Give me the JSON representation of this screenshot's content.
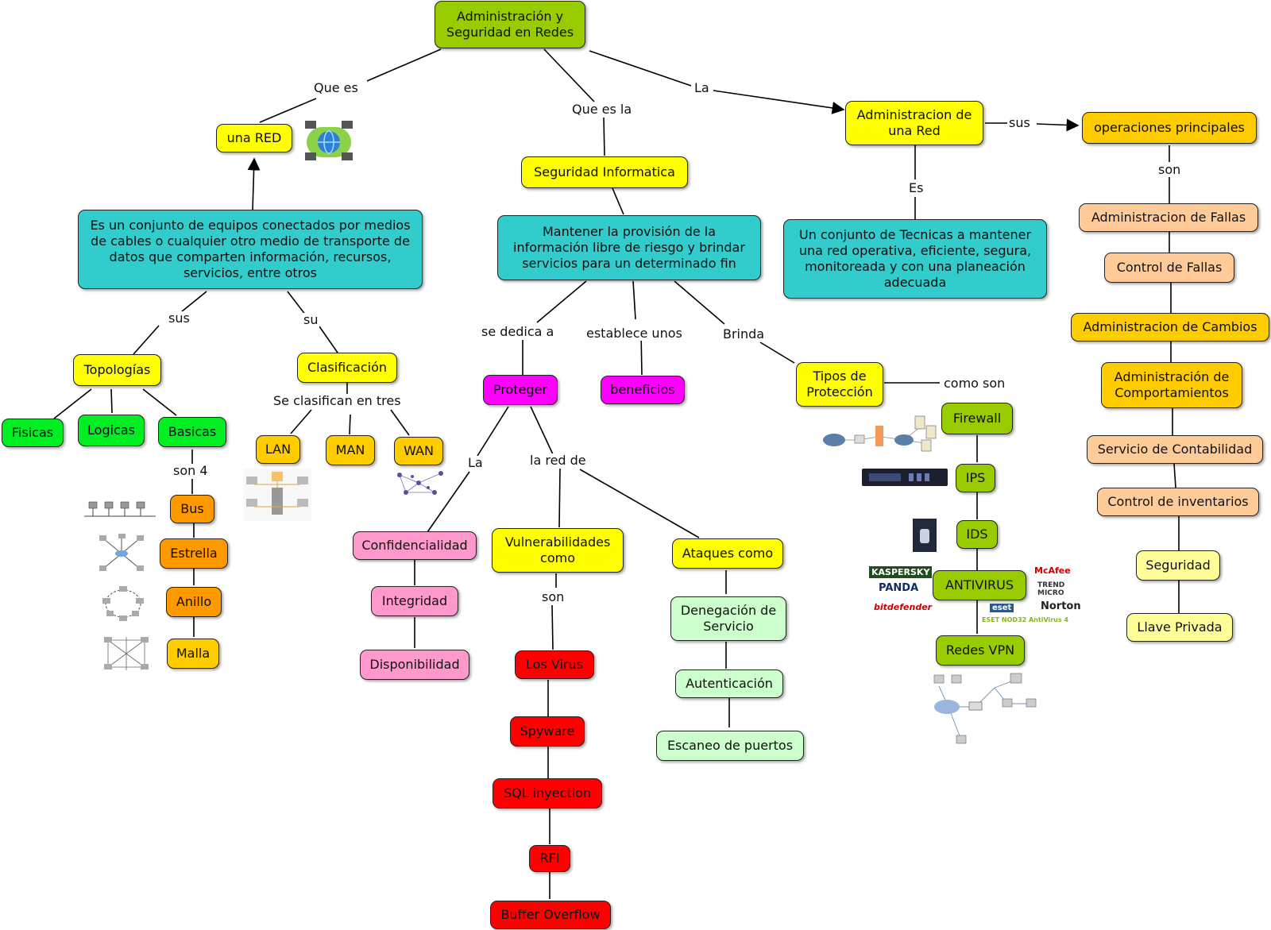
{
  "nodes": {
    "root": "Administración y Seguridad en Redes",
    "una_red": "una RED",
    "red_def": "Es un conjunto de equipos conectados por medios de cables o cualquier otro medio de transporte de datos que comparten información, recursos, servicios, entre otros",
    "topologias": "Topologías",
    "fisicas": "Fisicas",
    "logicas": "Logicas",
    "basicas": "Basicas",
    "bus": "Bus",
    "estrella": "Estrella",
    "anillo": "Anillo",
    "malla": "Malla",
    "clasificacion": "Clasificación",
    "lan": "LAN",
    "man": "MAN",
    "wan": "WAN",
    "seguridad": "Seguridad Informatica",
    "seg_def": "Mantener la provisión de la información libre de riesgo y brindar servicios para un determinado fin",
    "proteger": "Proteger",
    "beneficios": "beneficios",
    "confidencialidad": "Confidencialidad",
    "integridad": "Integridad",
    "disponibilidad": "Disponibilidad",
    "vulnerabilidades": "Vulnerabilidades como",
    "virus": "Los Virus",
    "spyware": "Spyware",
    "sql": "SQL inyection",
    "rfi": "RFI",
    "buffer": "Buffer Overflow",
    "ataques": "Ataques como",
    "denegacion": "Denegación de Servicio",
    "autenticacion": "Autenticación",
    "escaneo": "Escaneo de puertos",
    "tipos": "Tipos de Protección",
    "firewall": "Firewall",
    "ips": "IPS",
    "ids": "IDS",
    "antivirus": "ANTIVIRUS",
    "vpn": "Redes VPN",
    "admin_red": "Administracion de una Red",
    "admin_def": "Un conjunto de Tecnicas a mantener una red operativa, eficiente, segura, monitoreada y con una planeación adecuada",
    "operaciones": "operaciones principales",
    "fallas": "Administracion de Fallas",
    "control_fallas": "Control de Fallas",
    "cambios": "Administracion de Cambios",
    "comportamientos": "Administración de Comportamientos",
    "contabilidad": "Servicio de Contabilidad",
    "inventarios": "Control de inventarios",
    "seguridad_op": "Seguridad",
    "llave": "Llave Privada"
  },
  "labels": {
    "que_es": "Que es",
    "que_es_la": "Que es la",
    "la_top": "La",
    "sus_red": "sus",
    "su_red": "su",
    "son4": "son 4",
    "se_clasifican": "Se clasifican en tres",
    "se_dedica": "se dedica a",
    "establece": "establece unos",
    "brinda": "Brinda",
    "la_prot": "La",
    "la_red_de": "la red de",
    "son_vuln": "son",
    "como_son": "como son",
    "sus_admin": "sus",
    "es_admin": "Es",
    "son_op": "son"
  },
  "logos": {
    "kaspersky": "KASPERSKY",
    "panda": "PANDA",
    "bitdefender": "bitdefender",
    "eset": "eset",
    "eset_nod": "ESET NOD32 AntiVirus 4",
    "mcafee": "McAfee",
    "trend": "TREND MICRO",
    "norton": "Norton"
  },
  "colors": {
    "root": "#99cc00",
    "yellow": "#ffff00",
    "teal": "#33cccc",
    "green": "#00ee22",
    "amber": "#ffcc00",
    "orange": "#ff9900",
    "magenta": "#ff00ff",
    "pink": "#ff99cc",
    "mint": "#ccffcc",
    "red": "#ff0000",
    "peach": "#ffcc99",
    "lightyellow": "#ffff99"
  }
}
